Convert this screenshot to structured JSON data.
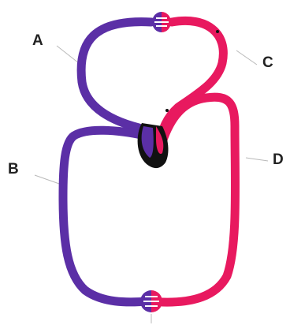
{
  "labels": {
    "a": "A",
    "b": "B",
    "c": "C",
    "d": "D"
  },
  "colors": {
    "deoxygenated": "#5b2fa6",
    "oxygenated": "#e8195f",
    "heart_outline": "#111111",
    "pointer": "#b9b9b9",
    "label_text": "#222222"
  }
}
